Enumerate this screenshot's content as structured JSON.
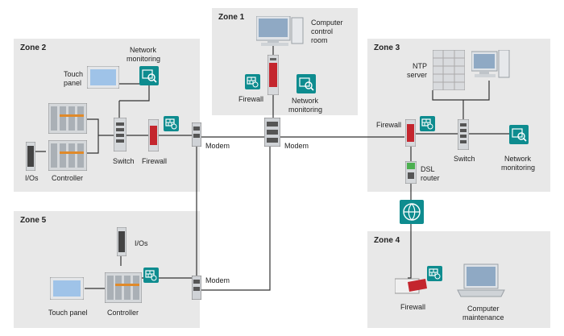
{
  "zones": {
    "zone1": "Zone 1",
    "zone2": "Zone 2",
    "zone3": "Zone 3",
    "zone4": "Zone 4",
    "zone5": "Zone 5"
  },
  "labels": {
    "computer_control_room": "Computer control room",
    "computer_control_room_l1": "Computer",
    "computer_control_room_l2": "control",
    "computer_control_room_l3": "room",
    "z1_firewall": "Firewall",
    "z1_netmon_l1": "Network",
    "z1_netmon_l2": "monitoring",
    "z2_netmon_l1": "Network",
    "z2_netmon_l2": "monitoring",
    "z2_touch_l1": "Touch",
    "z2_touch_l2": "panel",
    "z2_ios": "I/Os",
    "z2_controller": "Controller",
    "z2_switch": "Switch",
    "z2_firewall": "Firewall",
    "modem_z2": "Modem",
    "modem_z1": "Modem",
    "modem_z5": "Modem",
    "ntp_l1": "NTP",
    "ntp_l2": "server",
    "z3_firewall": "Firewall",
    "dsl_l1": "DSL",
    "dsl_l2": "router",
    "z3_switch": "Switch",
    "z3_netmon_l1": "Network",
    "z3_netmon_l2": "monitoring",
    "z5_ios": "I/Os",
    "z5_touch": "Touch panel",
    "z5_controller": "Controller",
    "z4_firewall": "Firewall",
    "z4_maint_l1": "Computer",
    "z4_maint_l2": "maintenance"
  },
  "colors": {
    "zone_bg": "#e8e8e8",
    "accent_teal": "#0e8c8f",
    "firewall_red": "#c4262e",
    "device_gray": "#9aa0a6",
    "line": "#333333"
  }
}
